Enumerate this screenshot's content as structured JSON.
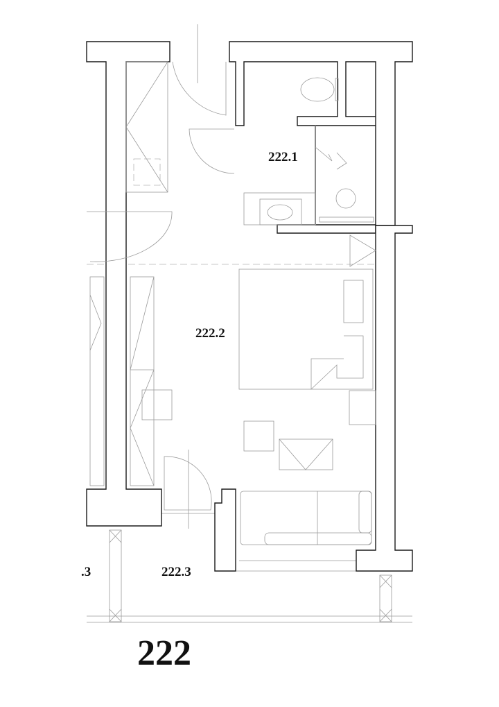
{
  "plan": {
    "unit_number": "222",
    "rooms": [
      {
        "id": "222.1",
        "label": "222.1"
      },
      {
        "id": "222.2",
        "label": "222.2"
      },
      {
        "id": "222.3",
        "label": "222.3"
      }
    ],
    "neighbor_partial_label": ".3"
  },
  "colors": {
    "walls": "#1a1a1a",
    "fixtures": "#9a9a9a"
  }
}
